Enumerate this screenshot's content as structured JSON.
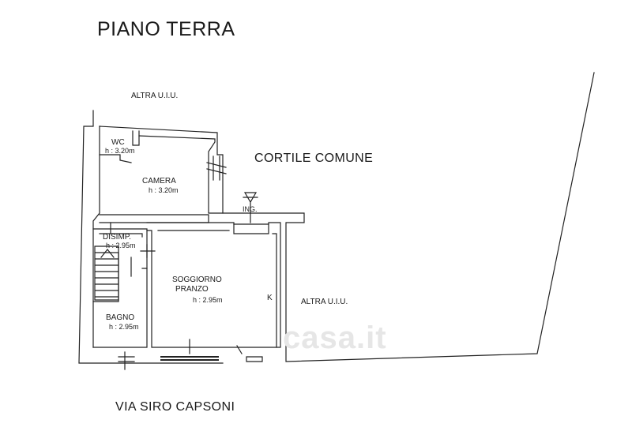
{
  "title": "PIANO TERRA",
  "labels": {
    "altra_uiu_top": "ALTRA U.I.U.",
    "cortile": "CORTILE COMUNE",
    "wc": "WC",
    "wc_h": "h : 3.20m",
    "camera": "CAMERA",
    "camera_h": "h : 3.20m",
    "ing": "ING.",
    "disimp": "DISIMP.",
    "disimp_h": "h : 2.95m",
    "soggiorno": "SOGGIORNO",
    "pranzo": "PRANZO",
    "soggiorno_h": "h : 2.95m",
    "k": "K",
    "altra_uiu_right": "ALTRA U.I.U.",
    "bagno": "BAGNO",
    "bagno_h": "h : 2.95m",
    "street": "VIA SIRO CAPSONI"
  },
  "watermark": "casa.it",
  "colors": {
    "line": "#222222",
    "watermark": "#e6e6e6"
  }
}
